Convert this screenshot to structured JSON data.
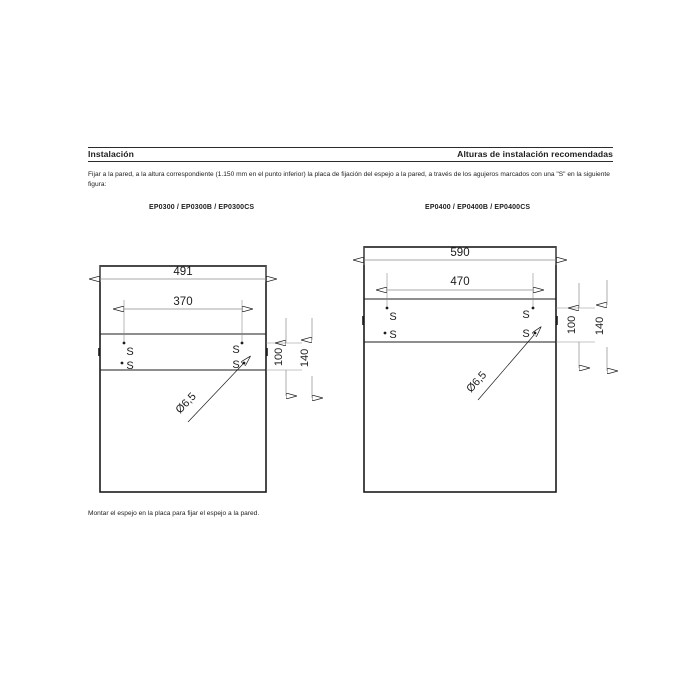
{
  "header": {
    "left_title": "Instalación",
    "right_title": "Alturas de instalación recomendadas"
  },
  "intro": {
    "text": "Fijar a la pared, a la altura correspondiente (1.150 mm en el punto inferior) la placa de fijación del espejo a la pared, a través de los agujeros marcados con una \"S\" en la siguiente figura:"
  },
  "captions": {
    "left": "EP0300 / EP0300B / EP0300CS",
    "right": "EP0400 / EP0400B / EP0400CS"
  },
  "footer": {
    "note": "Montar el espejo en la placa para fijar el espejo a la pared."
  },
  "drawings": [
    {
      "id": "left",
      "model": "EP0300 / EP0300B / EP0300CS",
      "dimensions": {
        "outer_width": "491",
        "hole_spacing": "370",
        "upper_offset": "100",
        "lower_offset": "140",
        "hole_diameter": "Ø6,5"
      },
      "hole_markers": [
        "S",
        "S",
        "S",
        "S"
      ]
    },
    {
      "id": "right",
      "model": "EP0400 / EP0400B / EP0400CS",
      "dimensions": {
        "outer_width": "590",
        "hole_spacing": "470",
        "upper_offset": "100",
        "lower_offset": "140",
        "hole_diameter": "Ø6,5"
      },
      "hole_markers": [
        "S",
        "S",
        "S",
        "S"
      ]
    }
  ],
  "colors": {
    "line": "#1c1c1c",
    "thin_line": "#8a8a8a",
    "text": "#1c1c1c",
    "background": "#ffffff"
  }
}
